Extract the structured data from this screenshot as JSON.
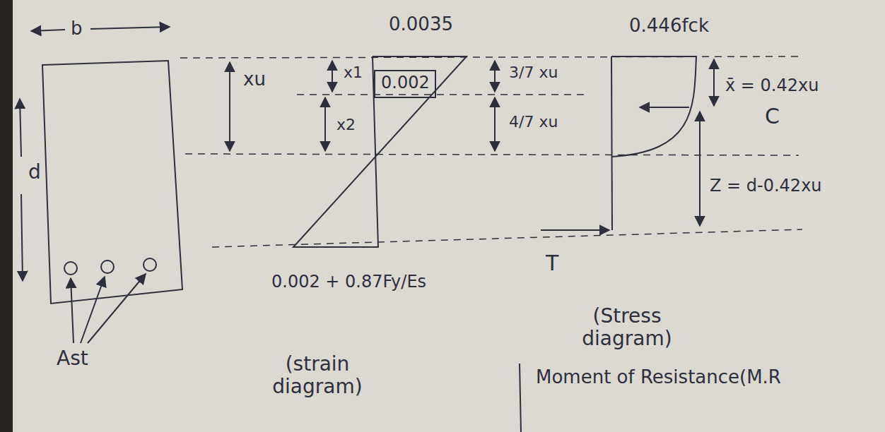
{
  "diagram": {
    "labels": [
      "b",
      "d",
      "Ast",
      "xu",
      "x1",
      "x2",
      "0.0035",
      "0.002",
      "3/7 xu",
      "4/7 xu",
      "0.446fck",
      "x̄ = 0.42xu",
      "C",
      "Z = d-0.42xu",
      "T",
      "0.002 + 0.87Fy/Es",
      "(strain diagram)",
      "(Stress diagram)",
      "Moment of Resistance(M.R"
    ]
  }
}
